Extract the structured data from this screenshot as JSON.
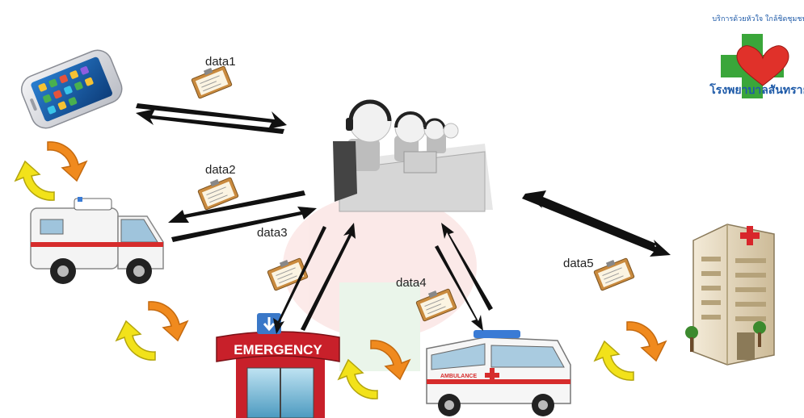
{
  "labels": {
    "data1": "data1",
    "data2": "data2",
    "data3": "data3",
    "data4": "data4",
    "data5": "data5"
  },
  "emergency_sign": "EMERGENCY",
  "ambulance_text": "AMBULANCE",
  "logo": {
    "text_top": "บริการด้วยหัวใจ ใกล้ชิดชุมชน",
    "text_bottom": "โรงพยาบาลสันทราย"
  },
  "colors": {
    "arrow": "#111111",
    "cycle_orange": "#f08a1e",
    "cycle_yellow": "#f2e21a",
    "cross_green": "#3aa63a",
    "heart_red": "#e0312a",
    "emergency_red": "#c8202a",
    "ambulance_red": "#d62c2c"
  }
}
